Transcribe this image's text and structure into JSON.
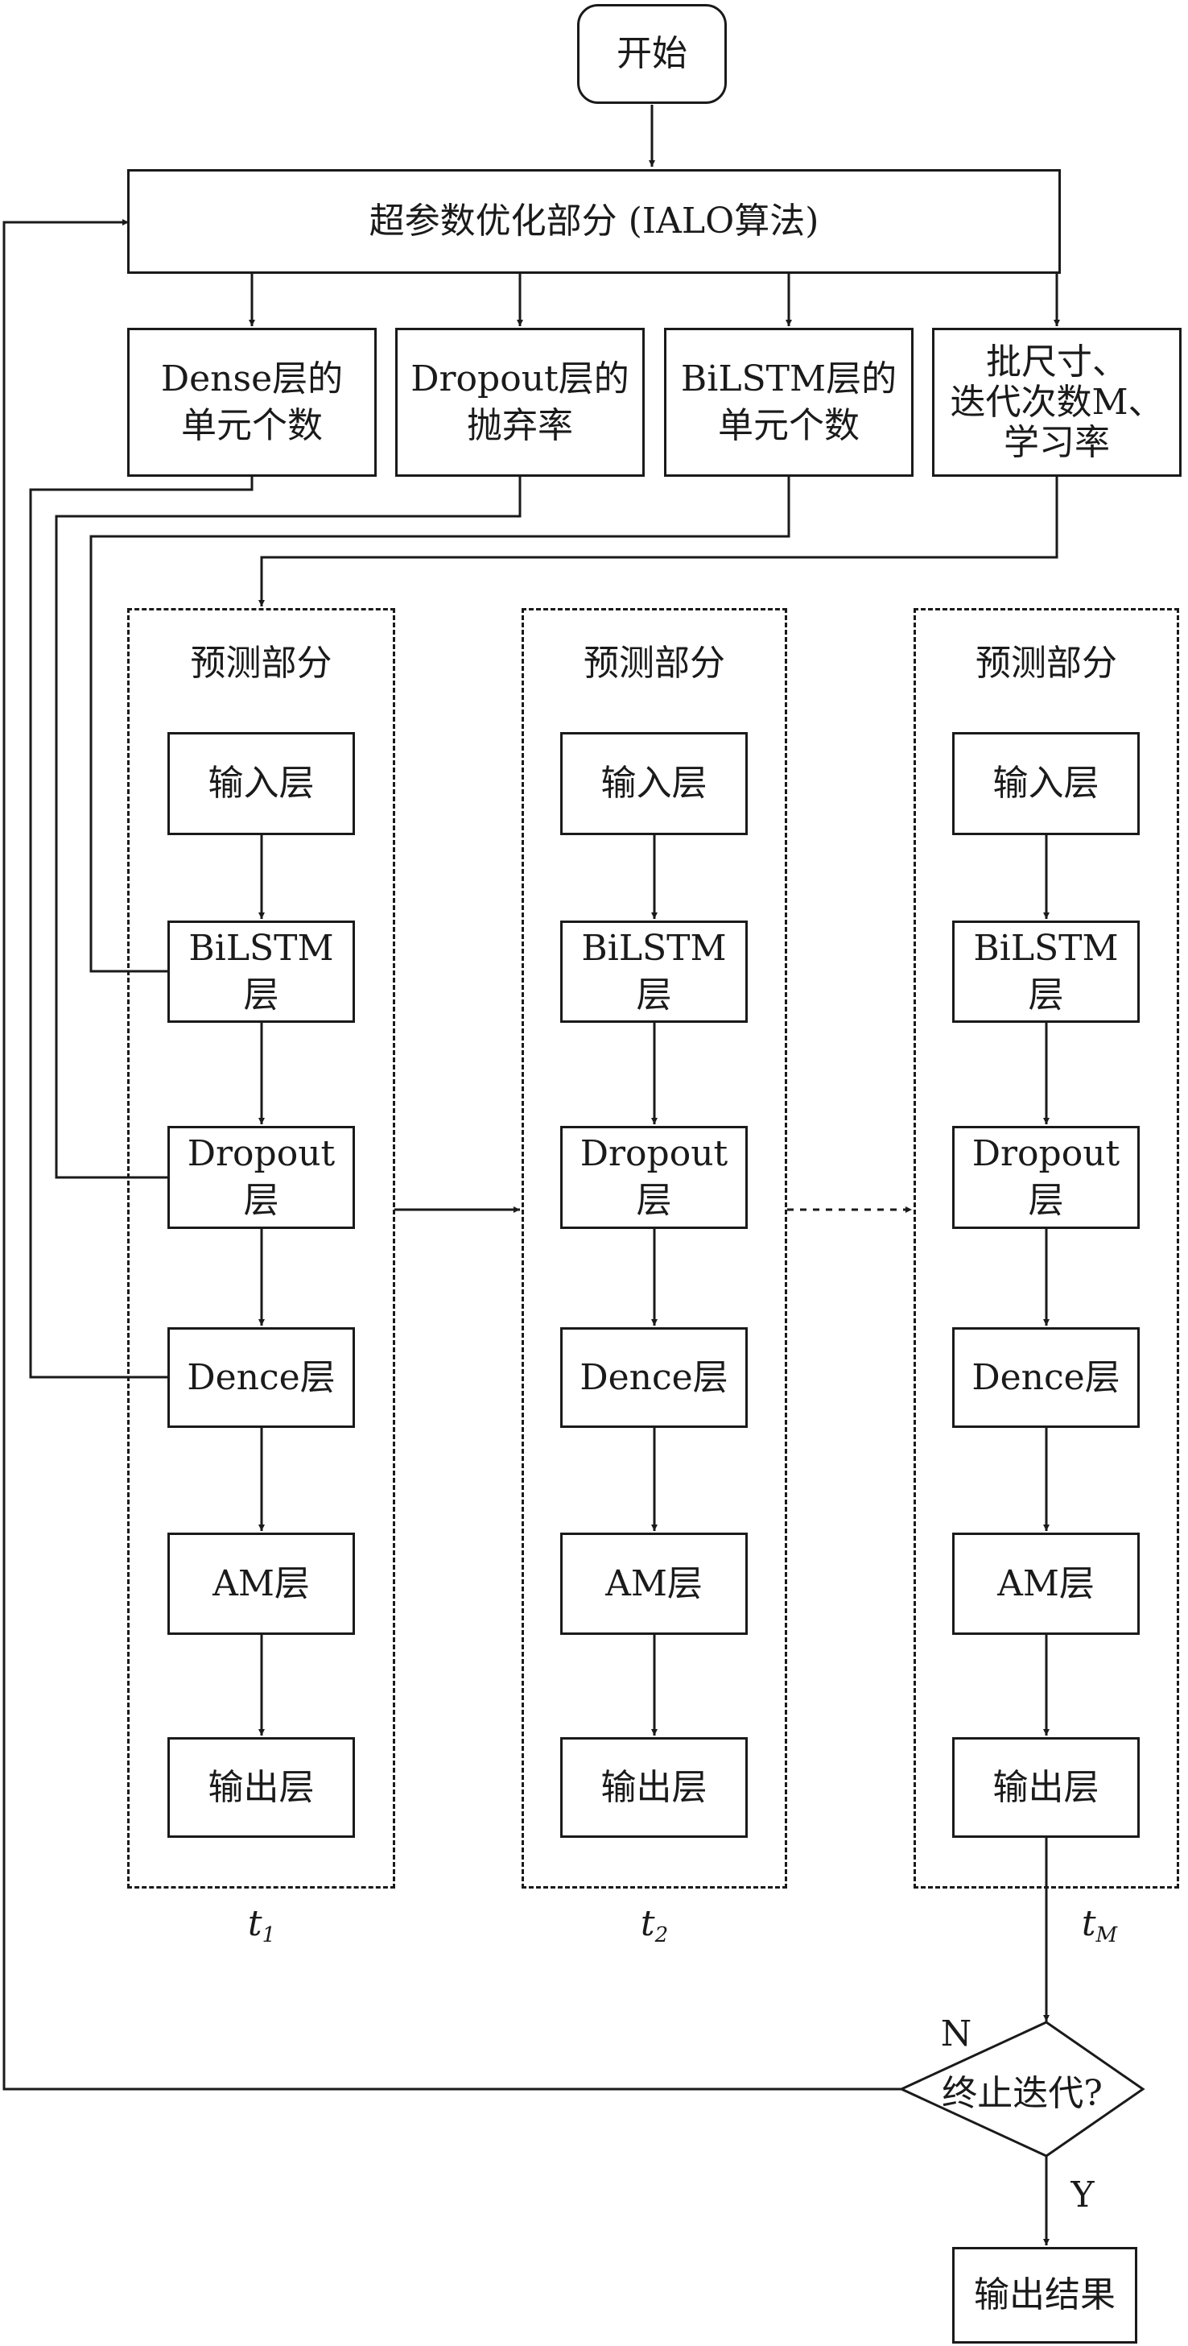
{
  "start": "开始",
  "hyperparam": "超参数优化部分 (IALO算法)",
  "params": [
    {
      "lines": [
        "Dense层的",
        "单元个数"
      ]
    },
    {
      "lines": [
        "Dropout层的",
        "抛弃率"
      ]
    },
    {
      "lines": [
        "BiLSTM层的",
        "单元个数"
      ]
    },
    {
      "lines": [
        "批尺寸、",
        "迭代次数M、",
        "学习率"
      ]
    }
  ],
  "modules": [
    {
      "title": "预测部分",
      "time": {
        "base": "t",
        "sub": "1"
      },
      "layers": {
        "input": "输入层",
        "bilstm": [
          "BiLSTM",
          "层"
        ],
        "dropout": [
          "Dropout",
          "层"
        ],
        "dense": "Dence层",
        "am": "AM层",
        "output": "输出层"
      }
    },
    {
      "title": "预测部分",
      "time": {
        "base": "t",
        "sub": "2"
      },
      "layers": {
        "input": "输入层",
        "bilstm": [
          "BiLSTM",
          "层"
        ],
        "dropout": [
          "Dropout",
          "层"
        ],
        "dense": "Dence层",
        "am": "AM层",
        "output": "输出层"
      }
    },
    {
      "title": "预测部分",
      "time": {
        "base": "t",
        "sub": "M"
      },
      "layers": {
        "input": "输入层",
        "bilstm": [
          "BiLSTM",
          "层"
        ],
        "dropout": [
          "Dropout",
          "层"
        ],
        "dense": "Dence层",
        "am": "AM层",
        "output": "输出层"
      }
    }
  ],
  "decision": "终止迭代?",
  "no_label": "N",
  "yes_label": "Y",
  "result": "输出结果"
}
